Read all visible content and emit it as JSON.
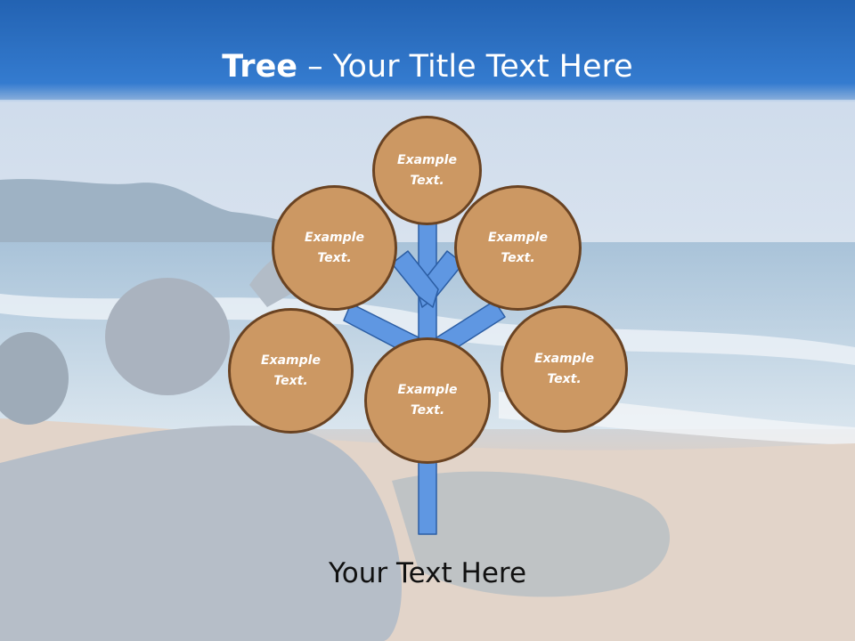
{
  "slide": {
    "title_bold": "Tree",
    "title_rest": " – Your Title Text Here",
    "caption": "Your Text Here"
  },
  "nodes": [
    {
      "id": "top",
      "text": "Example\nText."
    },
    {
      "id": "upper-left",
      "text": "Example\nText."
    },
    {
      "id": "upper-right",
      "text": "Example\nText."
    },
    {
      "id": "lower-left",
      "text": "Example\nText."
    },
    {
      "id": "center",
      "text": "Example\nText."
    },
    {
      "id": "lower-right",
      "text": "Example\nText."
    }
  ],
  "colors": {
    "header_blue": "#2a6fc0",
    "circle_fill": "#cc9863",
    "circle_border": "#6a4322",
    "branch_fill": "#5f97e2",
    "branch_stroke": "#2c5ea4"
  }
}
